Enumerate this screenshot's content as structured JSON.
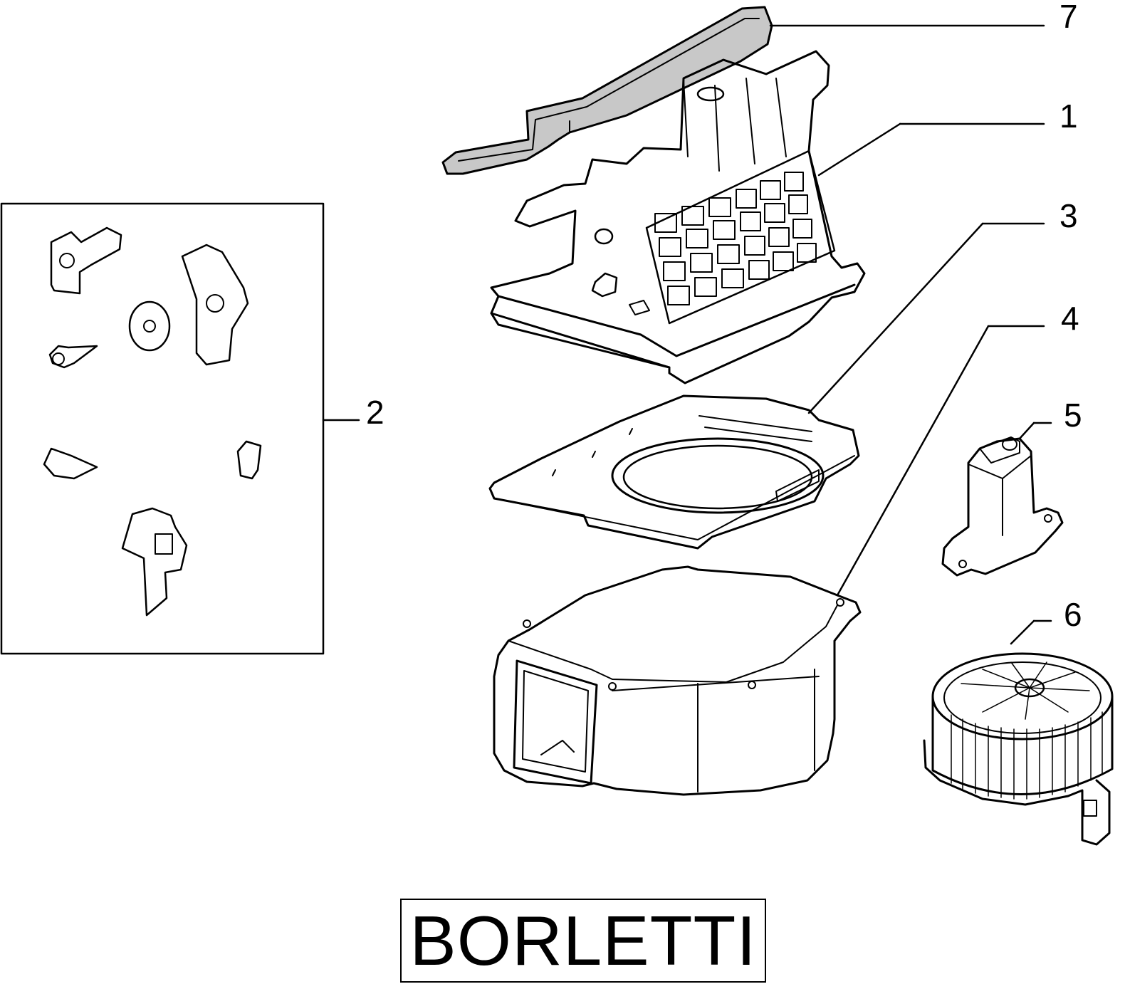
{
  "callouts": [
    {
      "id": "7",
      "label": "7"
    },
    {
      "id": "1",
      "label": "1"
    },
    {
      "id": "3",
      "label": "3"
    },
    {
      "id": "4",
      "label": "4"
    },
    {
      "id": "5",
      "label": "5"
    },
    {
      "id": "6",
      "label": "6"
    },
    {
      "id": "2",
      "label": "2"
    }
  ],
  "brand": {
    "label": "BORLETTI"
  },
  "parts": {
    "1": "blower-housing-upper",
    "2": "fastener-kit",
    "3": "housing-gasket-plate",
    "4": "blower-housing-lower",
    "5": "blower-resistor",
    "6": "blower-motor-fan",
    "7": "foam-seal-strip"
  },
  "colors": {
    "ink": "#000000",
    "background": "#ffffff",
    "foam_fill": "#c8c8c8"
  }
}
